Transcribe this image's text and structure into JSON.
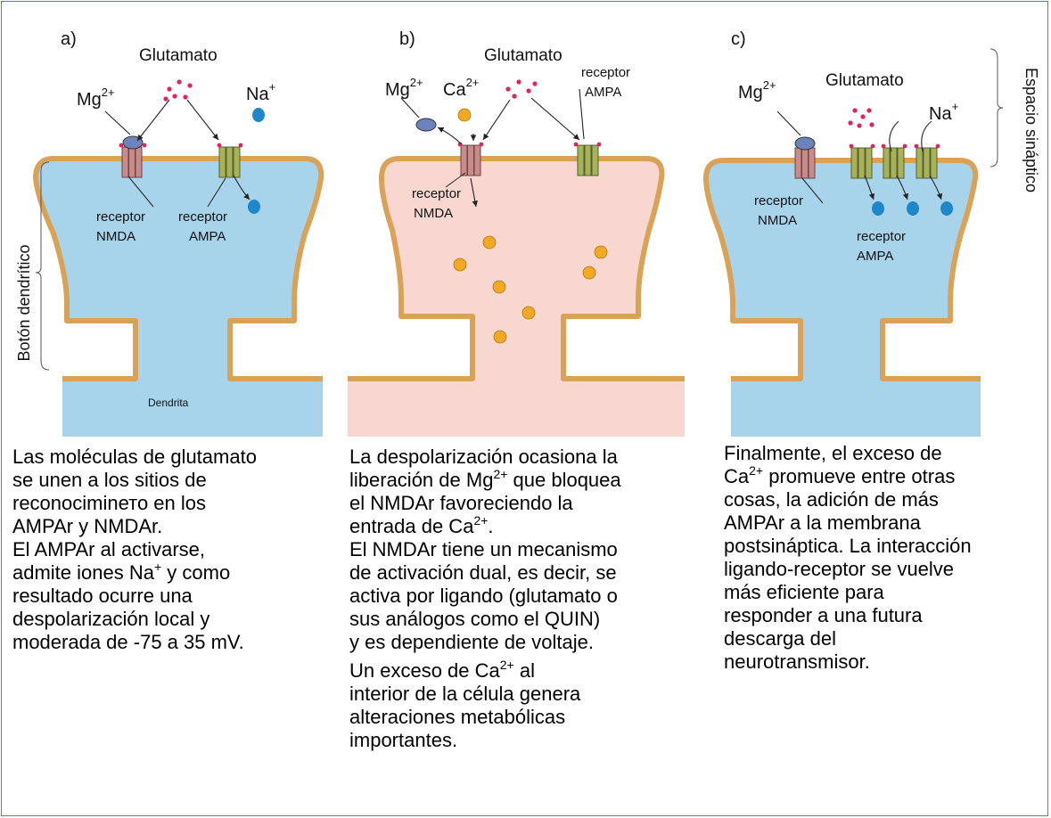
{
  "panel_a": {
    "letter": "a)",
    "glutamato": "Glutamato",
    "mg": "Mg",
    "mg_sup": "2+",
    "na": "Na",
    "na_sup": "+",
    "receptor_nmda_1": "receptor",
    "receptor_nmda_2": "NMDA",
    "receptor_ampa_1": "receptor",
    "receptor_ampa_2": "AMPA",
    "dendrita": "Dendrita",
    "boton": "Botón dendrítico"
  },
  "panel_b": {
    "letter": "b)",
    "glutamato": "Glutamato",
    "mg": "Mg",
    "mg_sup": "2+",
    "ca": "Ca",
    "ca_sup": "2+",
    "receptor_ampa_1": "receptor",
    "receptor_ampa_2": "AMPA",
    "receptor_nmda_1": "receptor",
    "receptor_nmda_2": "NMDA"
  },
  "panel_c": {
    "letter": "c)",
    "glutamato": "Glutamato",
    "mg": "Mg",
    "mg_sup": "2+",
    "na": "Na",
    "na_sup": "+",
    "receptor_nmda_1": "receptor",
    "receptor_nmda_2": "NMDA",
    "receptor_ampa_1": "receptor",
    "receptor_ampa_2": "AMPA",
    "espacio": "Espacio sináptico"
  },
  "caption_a": {
    "p1_line1": "Las moléculas de glutamato",
    "p1_line2": "se unen a los sitios de",
    "p1_line3": "reconociminето en los",
    "p1_line4": "AMPAr y NMDAr.",
    "p2_line1": "El AMPAr al activarse,",
    "p2_line2_pre": "admite iones Na",
    "p2_line2_sup": "+",
    "p2_line2_post": " y como",
    "p2_line3": "resultado ocurre una",
    "p2_line4": "despolarización local y",
    "p2_line5": "moderada de -75 a 35 mV."
  },
  "caption_b": {
    "l1": "La despolarización ocasiona la",
    "l2_pre": "liberación de Mg",
    "l2_sup": "2+",
    "l2_post": " que bloquea",
    "l3": "el NMDAr favoreciendo la",
    "l4_pre": "entrada de Ca",
    "l4_sup": "2+",
    "l4_post": ".",
    "l5": "El NMDAr tiene un mecanismo",
    "l6": "de activación dual, es decir, se",
    "l7": "activa por ligando (glutamato o",
    "l8": "sus análogos como el QUIN)",
    "l9": "y es dependiente de voltaje.",
    "l10_pre": "Un exceso de Ca",
    "l10_sup": "2+",
    "l10_post": " al",
    "l11": "interior de la célula genera",
    "l12": "alteraciones metabólicas",
    "l13": "importantes."
  },
  "caption_c": {
    "l1": "Finalmente, el exceso de",
    "l2_pre": "Ca",
    "l2_sup": "2+",
    "l2_post": " promueve entre otras",
    "l3": "cosas,  la adición de más",
    "l4": "AMPAr a la membrana",
    "l5": "postsináptica. La interacción",
    "l6": "ligando-receptor se vuelve",
    "l7": "más eficiente para",
    "l8": "responder a una futura",
    "l9": "descarga del",
    "l10": "neurotransmisor."
  },
  "colors": {
    "cytoplasm_blue": "#a7d4ea",
    "cytoplasm_pink": "#f9d7d1",
    "membrane": "#d9a257",
    "nmda_receptor": "#c98a8a",
    "ampa_receptor": "#a7b25a",
    "mg_ion": "#6d83bd",
    "na_ion": "#1d87c9",
    "ca_ion": "#f2a823",
    "glutamate": "#e0245e",
    "frame_border": "#4f81bd"
  }
}
